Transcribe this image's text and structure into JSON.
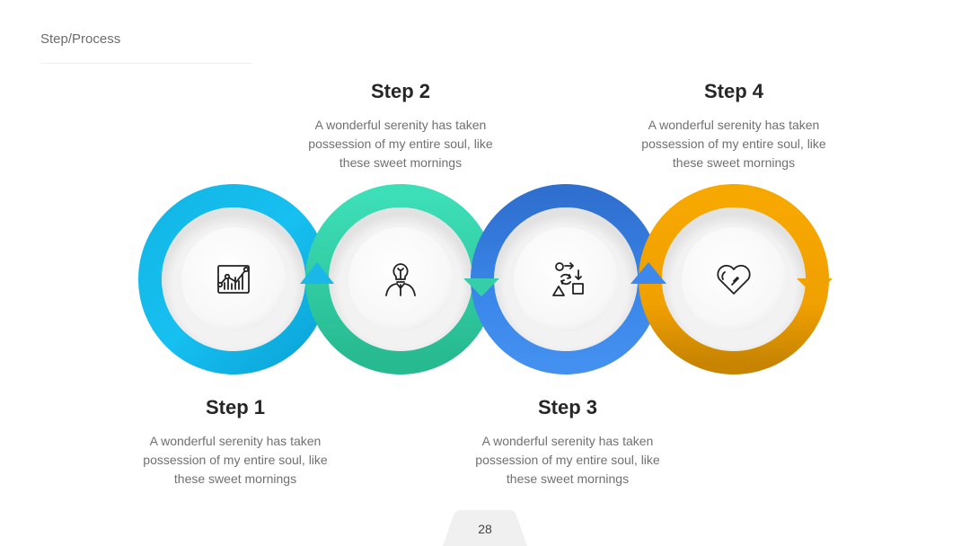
{
  "header": {
    "title": "Step/Process"
  },
  "steps": [
    {
      "title": "Step 1",
      "description": "A wonderful serenity has taken possession of my entire soul, like these sweet mornings",
      "color": "#0cb4e8",
      "icon": "chart-analytics-icon"
    },
    {
      "title": "Step 2",
      "description": "A wonderful serenity has taken possession of my entire soul, like these sweet mornings",
      "color": "#37d6b0",
      "icon": "idea-person-icon"
    },
    {
      "title": "Step 3",
      "description": "A wonderful serenity has taken possession of my entire soul, like these sweet mornings",
      "color": "#3a85e8",
      "icon": "process-shapes-icon"
    },
    {
      "title": "Step 4",
      "description": "A wonderful serenity has taken possession of my entire soul, like these sweet mornings",
      "color": "#f5a500",
      "icon": "heart-icon"
    }
  ],
  "footer": {
    "page_number": "28"
  }
}
